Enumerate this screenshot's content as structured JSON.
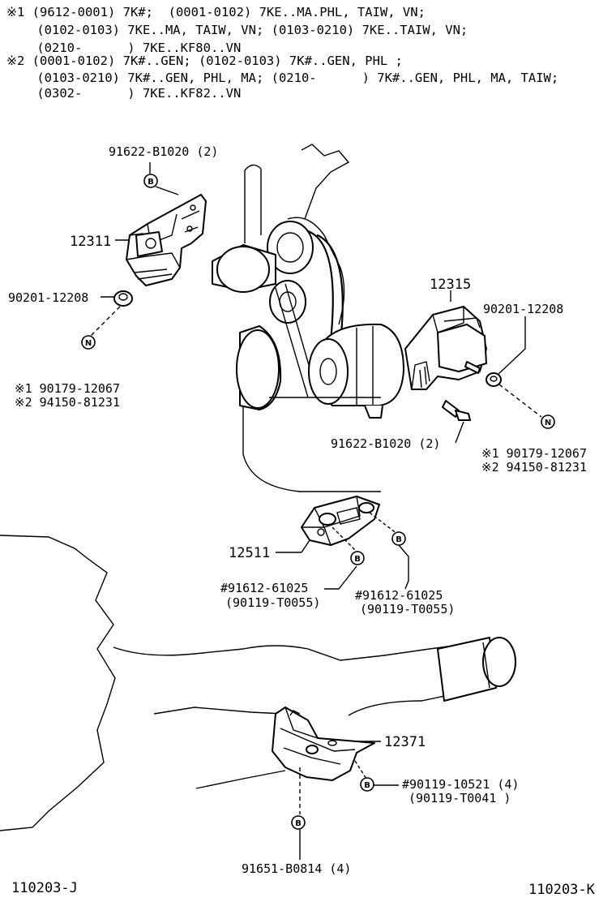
{
  "notes": {
    "line1": "※1 (9612-0001) 7K#;  (0001-0102) 7KE..MA.PHL, TAIW, VN;",
    "line2": "    (0102-0103) 7KE..MA, TAIW, VN; (0103-0210) 7KE..TAIW, VN;",
    "line3": "    (0210-      ) 7KE..KF80..VN",
    "line4": "※2 (0001-0102) 7K#..GEN; (0102-0103) 7K#..GEN, PHL ;",
    "line5": "    (0103-0210) 7K#..GEN, PHL, MA; (0210-      ) 7K#..GEN, PHL, MA, TAIW;",
    "line6": "    (0302-      ) 7KE..KF82..VN"
  },
  "parts": {
    "bolt_left_top": "91622-B1020 (2)",
    "bracket_left": "12311",
    "nut_left": "90201-12208",
    "alt_left_1": "※1 90179-12067",
    "alt_left_2": "※2 94150-81231",
    "insulator_right": "12315",
    "nut_right": "90201-12208",
    "bolt_right": "91622-B1020 (2)",
    "alt_right_1": "※1 90179-12067",
    "alt_right_2": "※2 94150-81231",
    "rear_support": "12511",
    "bolt_a_1": "#91612-61025",
    "bolt_a_2": "(90119-T0055)",
    "bolt_b_1": "#91612-61025",
    "bolt_b_2": "(90119-T0055)",
    "rear_insulator": "12371",
    "bolt_c_1": "#90119-10521 (4)",
    "bolt_c_2": "(90119-T0041 )",
    "bolt_bottom": "91651-B0814 (4)"
  },
  "icons": {
    "b": "B",
    "n": "N"
  },
  "footer": {
    "left": "110203-J",
    "right": "110203-K"
  }
}
